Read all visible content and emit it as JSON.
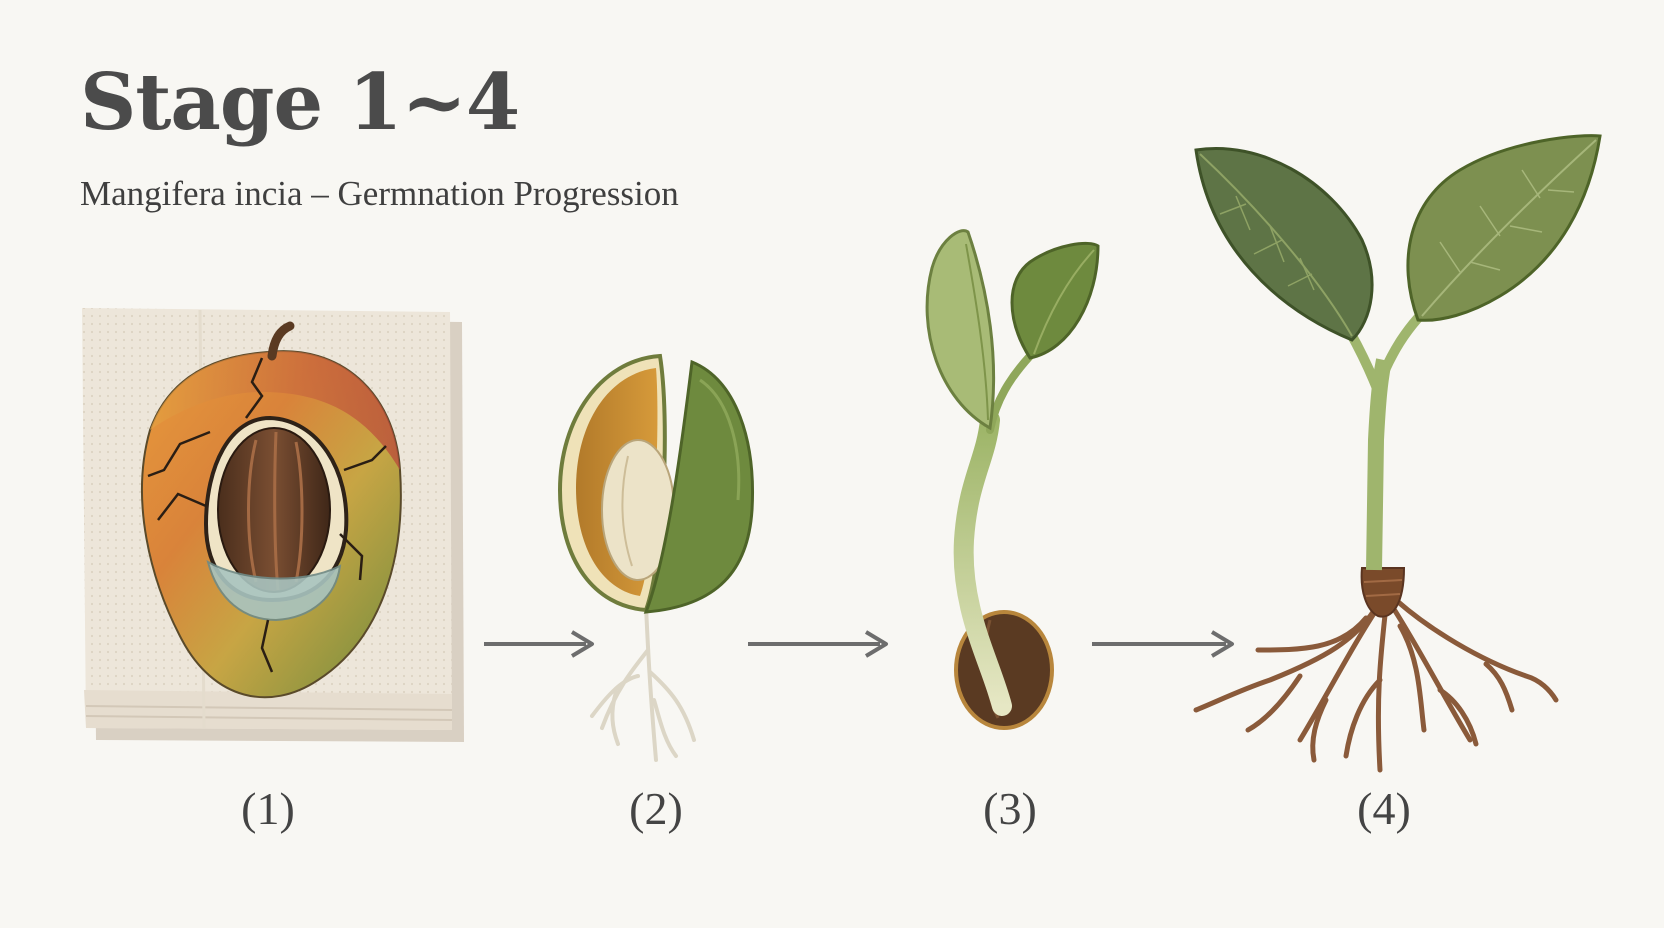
{
  "header": {
    "title": "Stage 1~4",
    "subtitle": "Mangifera incia – Germnation Progression"
  },
  "stages": [
    {
      "label": "(1)",
      "icon": "mango-seed-on-paper-towel-icon"
    },
    {
      "label": "(2)",
      "icon": "split-seed-with-roots-icon"
    },
    {
      "label": "(3)",
      "icon": "seedling-sprout-icon"
    },
    {
      "label": "(4)",
      "icon": "young-plant-with-roots-icon"
    }
  ],
  "colors": {
    "title": "#4b4b4b",
    "leaf_dark": "#5e7446",
    "leaf_light": "#a7b97a",
    "stem": "#9fb56d",
    "seed_brown": "#5a3a22",
    "root": "#8a5a3a",
    "arrow": "#6d6d6d",
    "towel": "#ece5da"
  }
}
